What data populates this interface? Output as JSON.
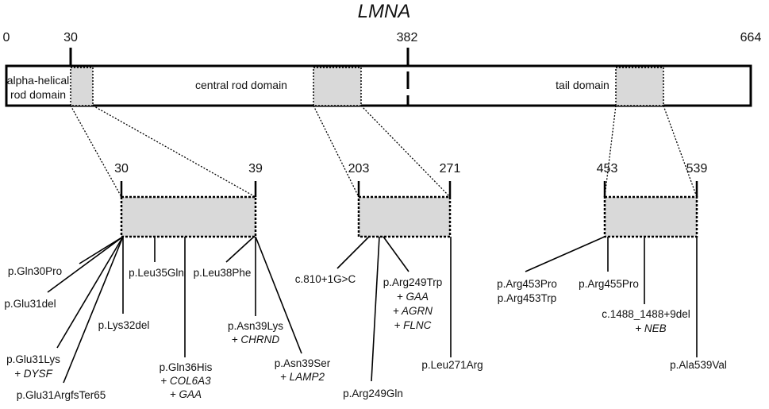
{
  "title": "LMNA",
  "scale": {
    "start": "0",
    "marker1": "30",
    "marker2": "382",
    "end": "664"
  },
  "domains": {
    "alpha_line1": "alpha-helical",
    "alpha_line2": "rod domain",
    "central": "central rod domain",
    "tail": "tail domain"
  },
  "zoom_regions": [
    {
      "start": "30",
      "end": "39"
    },
    {
      "start": "203",
      "end": "271"
    },
    {
      "start": "453",
      "end": "539"
    }
  ],
  "variants": {
    "gln30pro": "p.Gln30Pro",
    "glu31del": "p.Glu31del",
    "glu31lys": "p.Glu31Lys",
    "glu31lys_co": "+ DYSF",
    "glu31argfs": "p.Glu31ArgfsTer65",
    "lys32del": "p.Lys32del",
    "leu35gln": "p.Leu35Gln",
    "gln36his": "p.Gln36His",
    "gln36his_co1": "+ COL6A3",
    "gln36his_co2": "+ GAA",
    "leu38phe": "p.Leu38Phe",
    "asn39lys": "p.Asn39Lys",
    "asn39lys_co": "+ CHRND",
    "asn39ser": "p.Asn39Ser",
    "asn39ser_co": "+ LAMP2",
    "c810": "c.810+1G>C",
    "arg249trp": "p.Arg249Trp",
    "arg249trp_co1": "+ GAA",
    "arg249trp_co2": "+ AGRN",
    "arg249trp_co3": "+ FLNC",
    "arg249gln": "p.Arg249Gln",
    "leu271arg": "p.Leu271Arg",
    "arg453pro": "p.Arg453Pro",
    "arg453trp": "p.Arg453Trp",
    "arg455pro": "p.Arg455Pro",
    "c1488": "c.1488_1488+9del",
    "c1488_co": "+ NEB",
    "ala539val": "p.Ala539Val"
  }
}
